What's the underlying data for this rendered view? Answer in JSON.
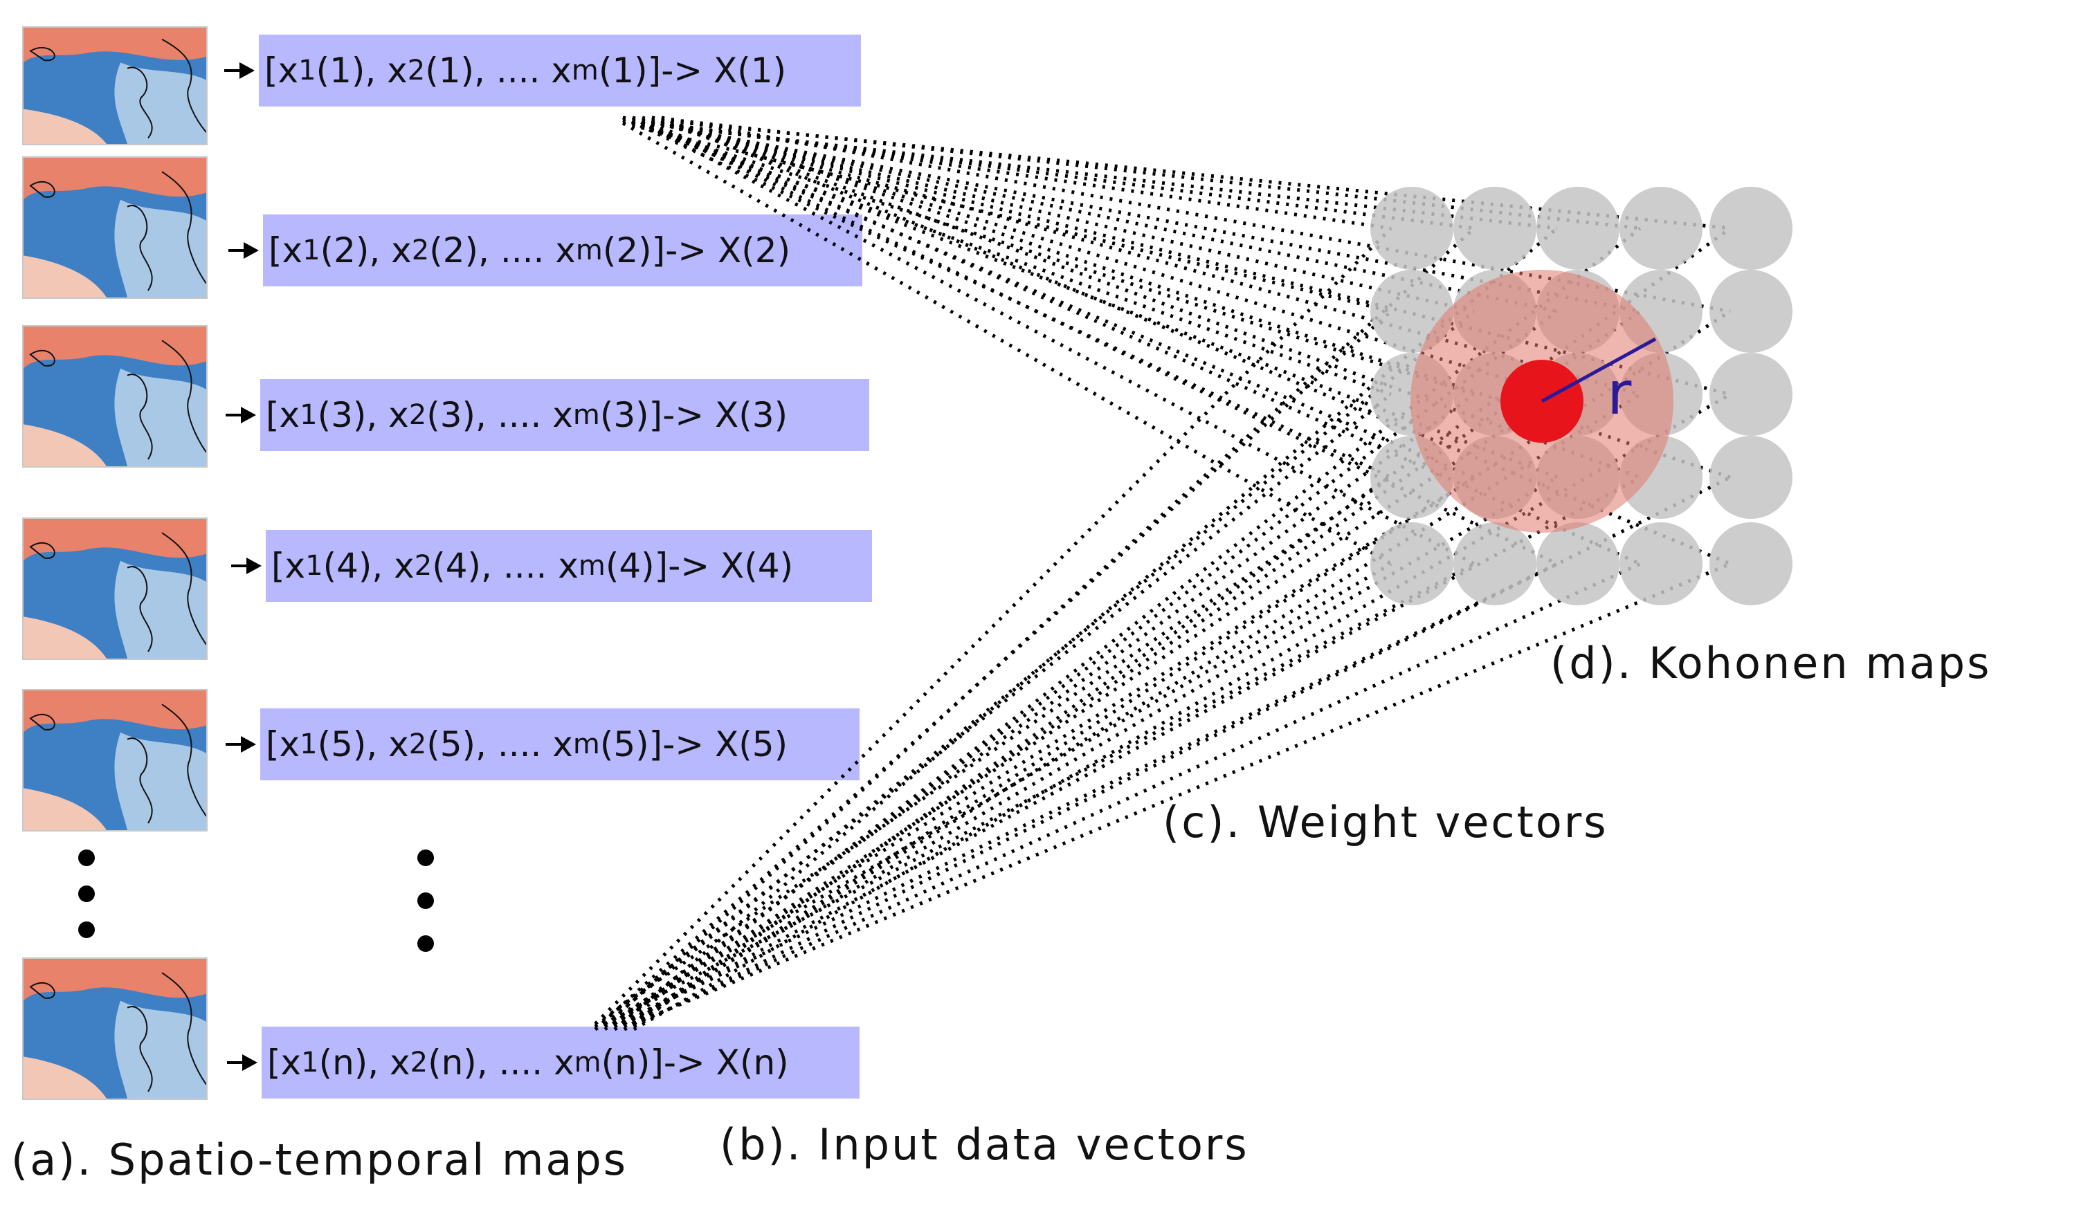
{
  "captions": {
    "spatio_temporal": "(a). Spatio-temporal maps",
    "input_vectors": "(b). Input data vectors",
    "weight_vectors": "(c). Weight vectors",
    "kohonen": "(d). Kohonen maps"
  },
  "vectors": [
    {
      "a": "[x",
      "a_sub": "1",
      "b": "(1), x",
      "b_sub": "2",
      "c": "(1), .... x",
      "c_sub": "m",
      "d": "(1)]-> X(1)"
    },
    {
      "a": "[x",
      "a_sub": "1",
      "b": "(2), x",
      "b_sub": "2",
      "c": "(2), .... x",
      "c_sub": "m",
      "d": "(2)]-> X(2)"
    },
    {
      "a": "[x",
      "a_sub": "1",
      "b": "(3), x",
      "b_sub": "2",
      "c": "(3), .... x",
      "c_sub": "m",
      "d": "(3)]-> X(3)"
    },
    {
      "a": "[x",
      "a_sub": "1",
      "b": "(4), x",
      "b_sub": "2",
      "c": "(4), .... x",
      "c_sub": "m",
      "d": "(4)]-> X(4)"
    },
    {
      "a": "[x",
      "a_sub": "1",
      "b": "(5), x",
      "b_sub": "2",
      "c": "(5), .... x",
      "c_sub": "m",
      "d": "(5)]-> X(5)"
    },
    {
      "a": "[x",
      "a_sub": "1",
      "b": "(n), x",
      "b_sub": "2",
      "c": "(n), .... x",
      "c_sub": "m",
      "d": "(n)]-> X(n)"
    }
  ],
  "radius_label": "r",
  "colors": {
    "vector_box": "#b7b8ff",
    "node": "#c4c4c4",
    "neighborhood": "#e07a6e",
    "winner": "#e8141c",
    "radius_line": "#2a1a9a",
    "map_warm": "#e8826a",
    "map_cool": "#3f7fc4"
  }
}
